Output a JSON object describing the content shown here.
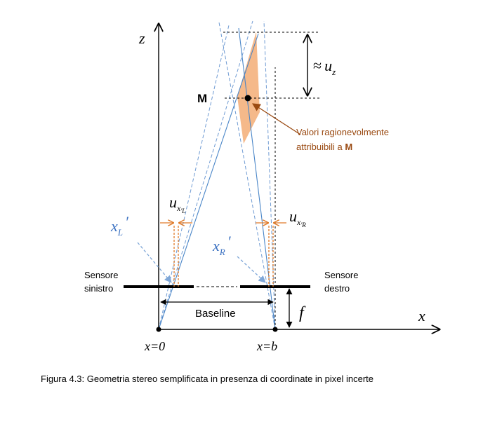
{
  "colors": {
    "axis": "#000000",
    "blue_ray": "#4a86c8",
    "blue_label": "#3c72c2",
    "orange": "#e07b2a",
    "orange_fill": "#f5b98a",
    "brown_text": "#9a4a12",
    "black": "#000000"
  },
  "axes": {
    "z_label": "z",
    "x_label": "x",
    "origin_label": "x=0",
    "b_label": "x=b"
  },
  "point_m": {
    "label": "M"
  },
  "uz": {
    "approx": "≈",
    "u": "u",
    "sub": "z"
  },
  "annotation": {
    "line1": "Valori ragionevolmente",
    "line2_prefix": "attribuibili a ",
    "line2_bold": "M"
  },
  "u_left": {
    "u": "u",
    "sub": "x",
    "subsub": "′L"
  },
  "u_right": {
    "u": "u",
    "sub": "x",
    "subsub": "′R"
  },
  "xl_label": {
    "x": "x",
    "sub": "L",
    "prime": "′"
  },
  "xr_label": {
    "x": "x",
    "sub": "R",
    "prime": "′"
  },
  "sensors": {
    "left_line1": "Sensore",
    "left_line2": "sinistro",
    "right_line1": "Sensore",
    "right_line2": "destro"
  },
  "baseline_label": "Baseline",
  "f_label": "f",
  "caption": "Figura 4.3: Geometria stereo semplificata in presenza di coordinate in pixel incerte"
}
